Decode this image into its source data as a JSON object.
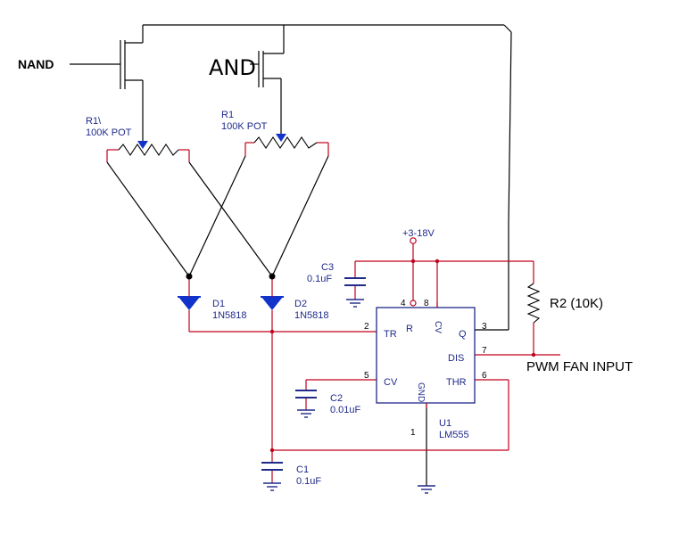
{
  "labels": {
    "nand": "NAND",
    "and": "AND",
    "r1a_ref": "R1\\",
    "r1a_val": "100K POT",
    "r1b_ref": "R1",
    "r1b_val": "100K POT",
    "supply": "+3-18V",
    "c3_ref": "C3",
    "c3_val": "0.1uF",
    "d1_ref": "D1",
    "d1_val": "1N5818",
    "d2_ref": "D2",
    "d2_val": "1N5818",
    "r2": "R2 (10K)",
    "pwm": "PWM FAN INPUT",
    "c2_ref": "C2",
    "c2_val": "0.01uF",
    "c1_ref": "C1",
    "c1_val": "0.1uF",
    "u1_ref": "U1",
    "u1_val": "LM555"
  },
  "ic": {
    "pins": {
      "p4": "4",
      "p8": "8",
      "p2": "2",
      "p3": "3",
      "p7": "7",
      "p5": "5",
      "p6": "6",
      "p1": "1"
    },
    "names": {
      "r": "R",
      "cv_top": "CV",
      "tr": "TR",
      "q": "Q",
      "dis": "DIS",
      "cv": "CV",
      "thr": "THR",
      "gnd": "GND"
    }
  },
  "colors": {
    "wire": "#000000",
    "red_wire": "#c0001c",
    "component": "#1f2a8a",
    "diode_fill": "#1133cc"
  }
}
